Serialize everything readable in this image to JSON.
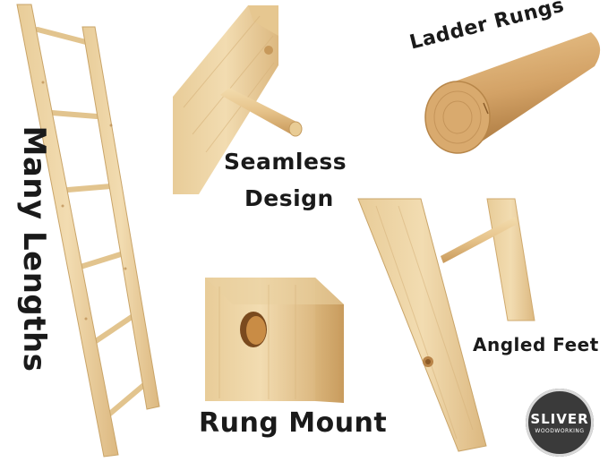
{
  "labels": {
    "many_lengths": "Many Lengths",
    "ladder_rungs": "Ladder Rungs",
    "seamless_line1": "Seamless",
    "seamless_line2": "Design",
    "angled_feet": "Angled Feet",
    "rung_mount": "Rung Mount"
  },
  "logo": {
    "name": "SLIVER",
    "subtitle": "WOODWORKING"
  },
  "colors": {
    "wood_light": "#efd7aa",
    "wood_mid": "#e3c28c",
    "wood_dark": "#c99e63",
    "text": "#1a1a1a",
    "logo_bg": "#3a3a3a"
  }
}
